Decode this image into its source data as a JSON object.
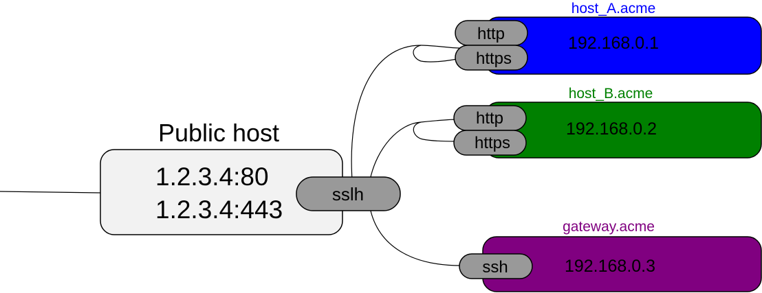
{
  "public_host": {
    "title": "Public host",
    "addresses": [
      "1.2.3.4:80",
      "1.2.3.4:443"
    ],
    "service": "sslh"
  },
  "hosts": [
    {
      "name": "host_A.acme",
      "ip": "192.168.0.1",
      "color": "#0000ff",
      "ports": [
        "http",
        "https"
      ]
    },
    {
      "name": "host_B.acme",
      "ip": "192.168.0.2",
      "color": "#008000",
      "ports": [
        "http",
        "https"
      ]
    },
    {
      "name": "gateway.acme",
      "ip": "192.168.0.3",
      "color": "#800080",
      "ports": [
        "ssh"
      ]
    }
  ],
  "colors": {
    "public_box_fill": "#f2f2f2",
    "port_pill_fill": "#999999",
    "stroke": "#000000"
  }
}
